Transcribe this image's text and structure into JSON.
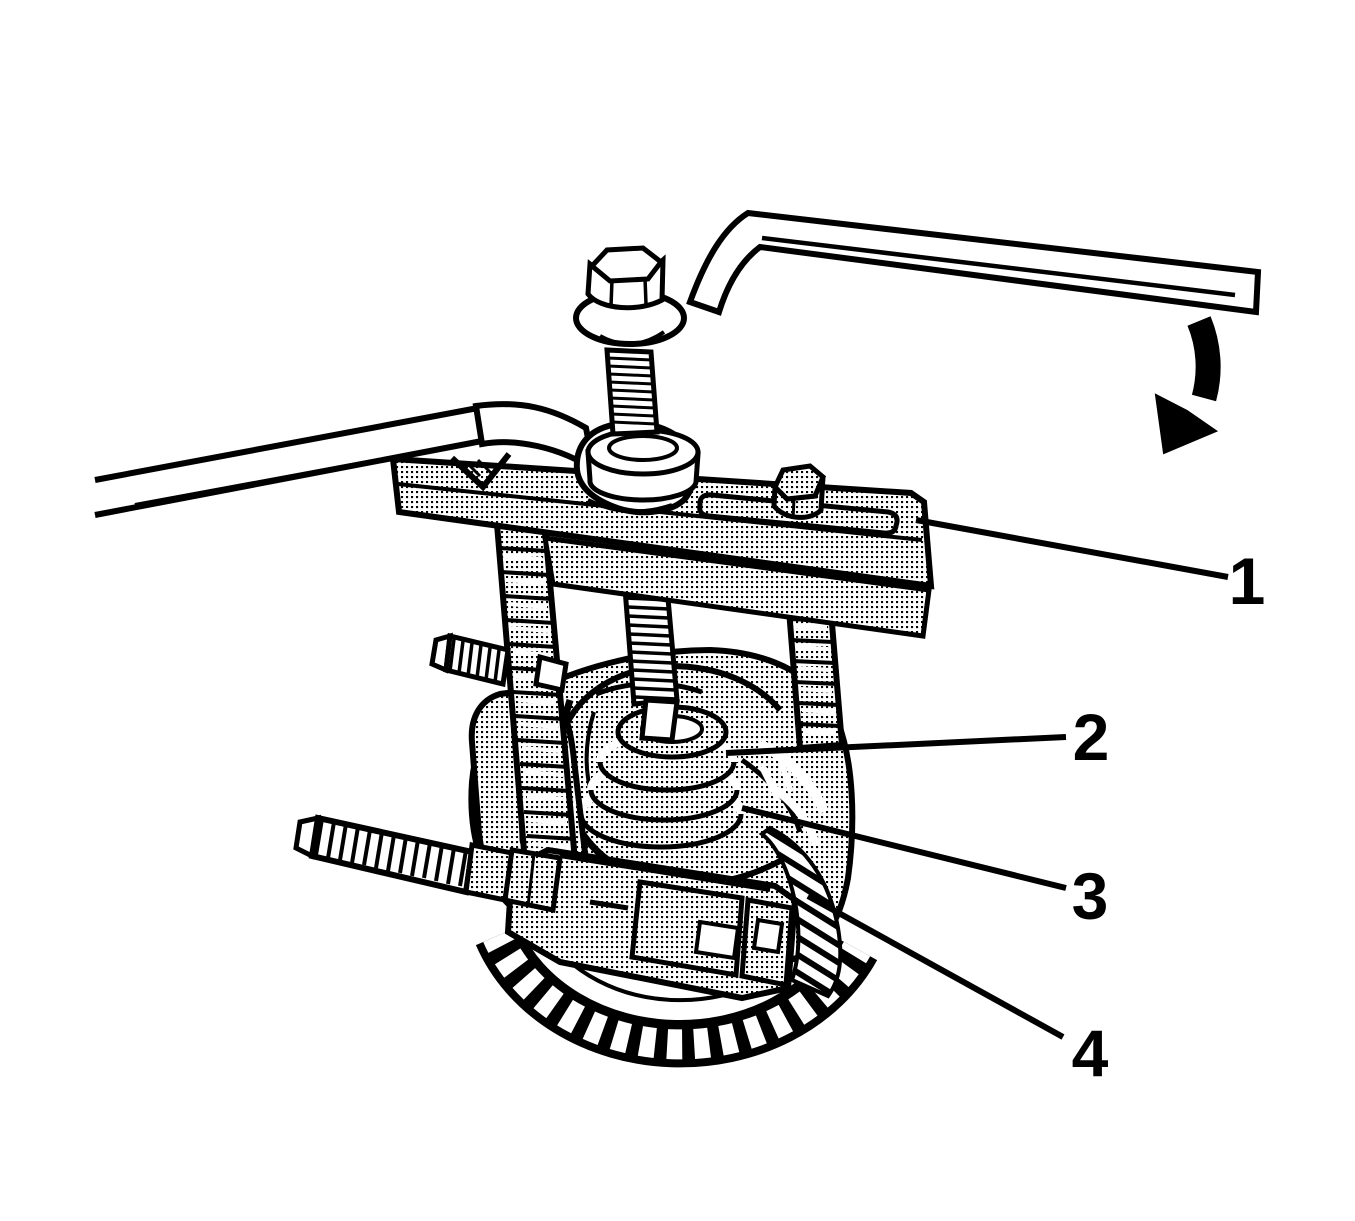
{
  "figure": {
    "background_color": "#ffffff",
    "ink_color": "#000000",
    "callouts": [
      {
        "label": "1"
      },
      {
        "label": "2"
      },
      {
        "label": "3"
      },
      {
        "label": "4"
      }
    ]
  }
}
